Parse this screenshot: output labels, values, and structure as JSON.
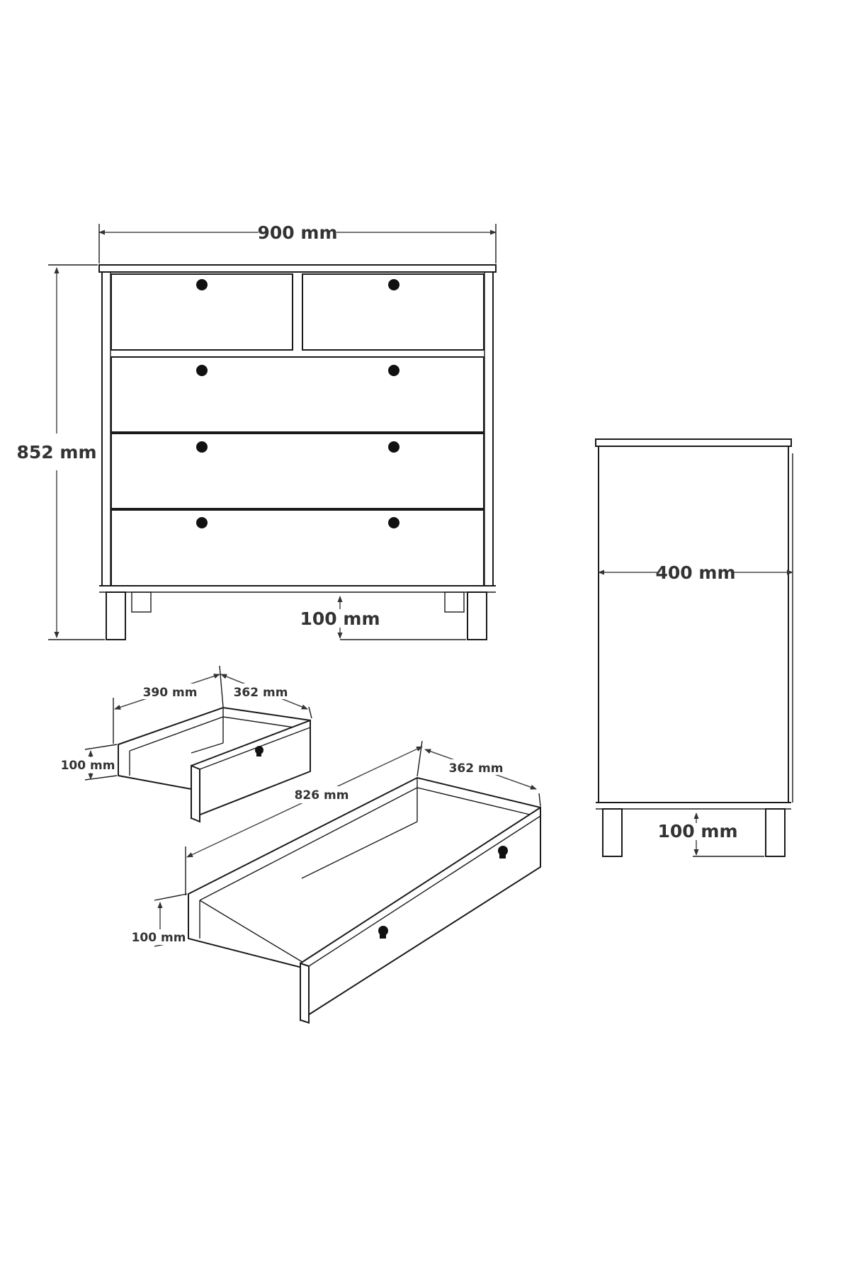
{
  "front_view": {
    "width_label": "900 mm",
    "height_label": "852 mm",
    "leg_label": "100 mm"
  },
  "side_view": {
    "depth_label": "400 mm",
    "leg_label": "100 mm"
  },
  "small_drawer": {
    "width_label": "390 mm",
    "depth_label": "362 mm",
    "height_label": "100 mm"
  },
  "large_drawer": {
    "width_label": "826 mm",
    "depth_label": "362 mm",
    "height_label": "100 mm"
  },
  "colors": {
    "line": "#1a1a1a",
    "dimension": "#4a4a4a",
    "label": "#333333"
  }
}
